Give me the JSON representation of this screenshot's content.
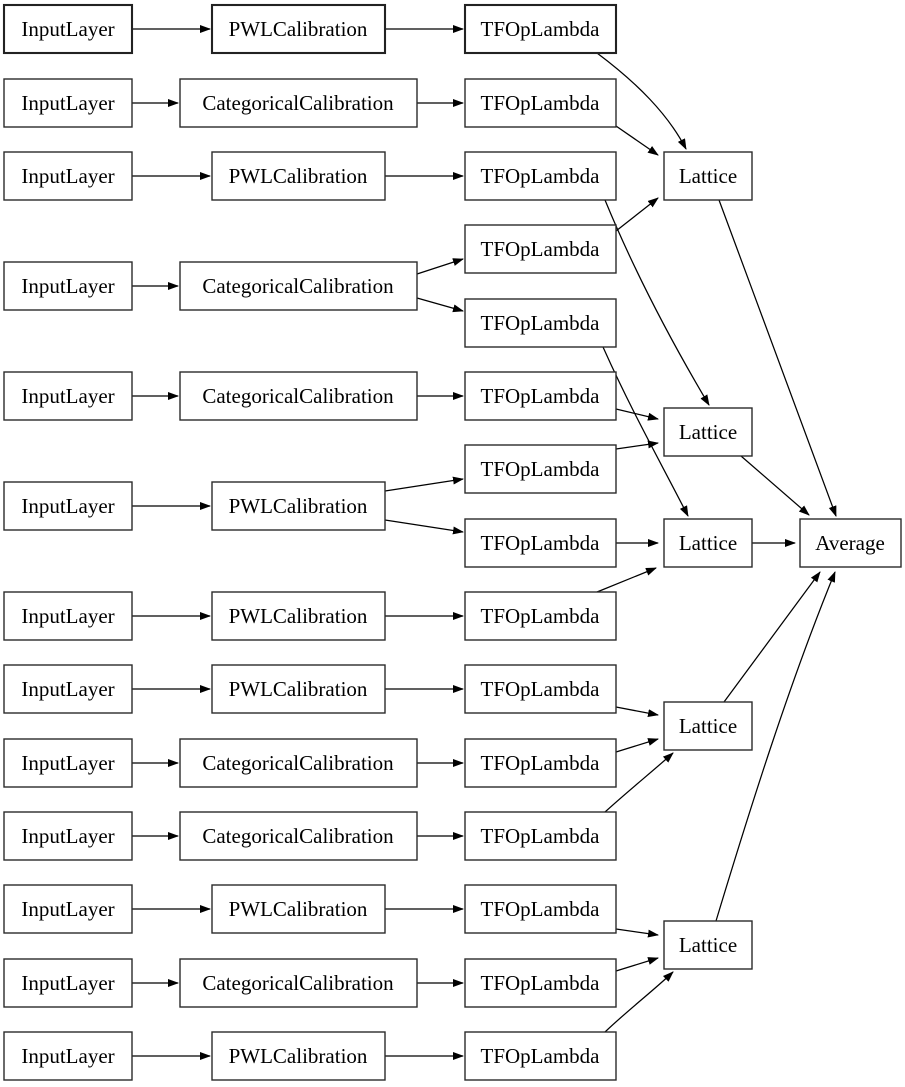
{
  "diagram": {
    "kind": "keras-model-architecture-graph",
    "orientation": "left-to-right",
    "colors": {
      "background": "#ffffff",
      "node_fill": "#ffffff",
      "node_border": "#2b2b2b",
      "edge": "#000000",
      "text": "#000000"
    },
    "labels": {
      "input_layer": "InputLayer",
      "pwl_calibration": "PWLCalibration",
      "categorical_calibration": "CategoricalCalibration",
      "tf_op_lambda": "TFOpLambda",
      "lattice": "Lattice",
      "average": "Average"
    },
    "counts": {
      "input_layers": 13,
      "pwl_calibrations": 7,
      "categorical_calibrations": 6,
      "tf_op_lambdas": 15,
      "lattices": 5,
      "averages": 1
    },
    "rows": [
      {
        "row": 1,
        "input": "InputLayer",
        "calibration": "PWLCalibration",
        "tfop_ids": [
          "tf1"
        ]
      },
      {
        "row": 2,
        "input": "InputLayer",
        "calibration": "CategoricalCalibration",
        "tfop_ids": [
          "tf2"
        ]
      },
      {
        "row": 3,
        "input": "InputLayer",
        "calibration": "PWLCalibration",
        "tfop_ids": [
          "tf3"
        ]
      },
      {
        "row": 4,
        "input": "InputLayer",
        "calibration": "CategoricalCalibration",
        "tfop_ids": [
          "tf4a",
          "tf4b"
        ]
      },
      {
        "row": 5,
        "input": "InputLayer",
        "calibration": "CategoricalCalibration",
        "tfop_ids": [
          "tf5"
        ]
      },
      {
        "row": 6,
        "input": "InputLayer",
        "calibration": "PWLCalibration",
        "tfop_ids": [
          "tf6a",
          "tf6b"
        ]
      },
      {
        "row": 7,
        "input": "InputLayer",
        "calibration": "PWLCalibration",
        "tfop_ids": [
          "tf7"
        ]
      },
      {
        "row": 8,
        "input": "InputLayer",
        "calibration": "PWLCalibration",
        "tfop_ids": [
          "tf8"
        ]
      },
      {
        "row": 9,
        "input": "InputLayer",
        "calibration": "CategoricalCalibration",
        "tfop_ids": [
          "tf9"
        ]
      },
      {
        "row": 10,
        "input": "InputLayer",
        "calibration": "CategoricalCalibration",
        "tfop_ids": [
          "tf10"
        ]
      },
      {
        "row": 11,
        "input": "InputLayer",
        "calibration": "PWLCalibration",
        "tfop_ids": [
          "tf11"
        ]
      },
      {
        "row": 12,
        "input": "InputLayer",
        "calibration": "CategoricalCalibration",
        "tfop_ids": [
          "tf12"
        ]
      },
      {
        "row": 13,
        "input": "InputLayer",
        "calibration": "PWLCalibration",
        "tfop_ids": [
          "tf13"
        ]
      }
    ],
    "edges": [
      "in1->cal1",
      "in2->cal2",
      "in3->cal3",
      "in4->cal4",
      "in5->cal5",
      "in6->cal6",
      "in7->cal7",
      "in8->cal8",
      "in9->cal9",
      "in10->cal10",
      "in11->cal11",
      "in12->cal12",
      "in13->cal13",
      "cal1->tf1",
      "cal2->tf2",
      "cal3->tf3",
      "cal4->tf4a",
      "cal4->tf4b",
      "cal5->tf5",
      "cal6->tf6a",
      "cal6->tf6b",
      "cal7->tf7",
      "cal8->tf8",
      "cal9->tf9",
      "cal10->tf10",
      "cal11->tf11",
      "cal12->tf12",
      "cal13->tf13",
      "tf1->lat1",
      "tf2->lat1",
      "tf4a->lat1",
      "tf3->lat2",
      "tf5->lat2",
      "tf6a->lat2",
      "tf4b->lat3",
      "tf6b->lat3",
      "tf7->lat3",
      "tf8->lat4",
      "tf9->lat4",
      "tf10->lat4",
      "tf11->lat5",
      "tf12->lat5",
      "tf13->lat5",
      "lat1->avg",
      "lat2->avg",
      "lat3->avg",
      "lat4->avg",
      "lat5->avg"
    ]
  }
}
